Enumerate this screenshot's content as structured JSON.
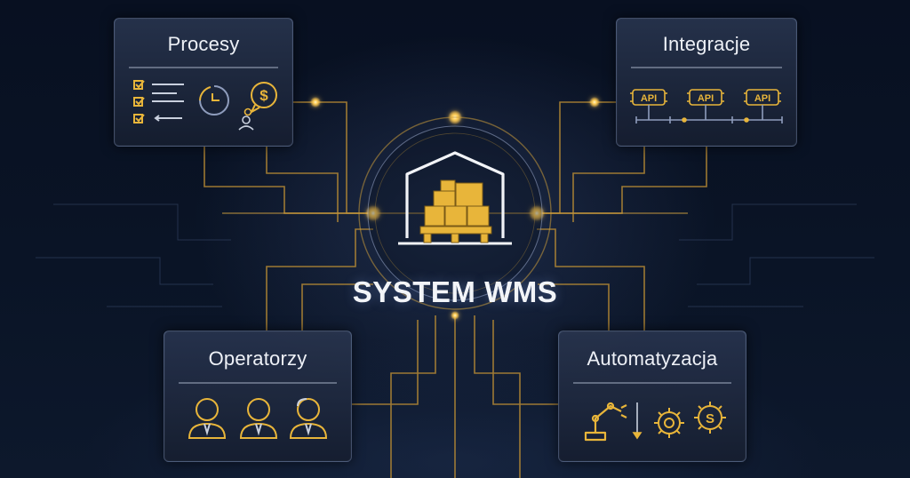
{
  "diagram": {
    "center_label": "SYSTEM WMS",
    "cards": {
      "procesy": {
        "title": "Procesy"
      },
      "integracje": {
        "title": "Integracje",
        "api_badges": [
          "API",
          "API",
          "API"
        ]
      },
      "operatorzy": {
        "title": "Operatorzy"
      },
      "automatyzacja": {
        "title": "Automatyzacja"
      }
    },
    "icons": {
      "procesy": [
        "checklist-icon",
        "clock-icon",
        "dollar-bubble-icon",
        "person-pin-icon"
      ],
      "integracje": [
        "api-chip-icon"
      ],
      "operatorzy": [
        "operator-avatar-icon"
      ],
      "automatyzacja": [
        "robot-arm-icon",
        "gear-icon",
        "dollar-gear-icon"
      ],
      "center": "warehouse-icon"
    },
    "colors": {
      "accent": "#e8b53a",
      "glow": "#ffcf5a",
      "wire": "#c89a3a",
      "panel_border": "#8e9cbc"
    }
  }
}
